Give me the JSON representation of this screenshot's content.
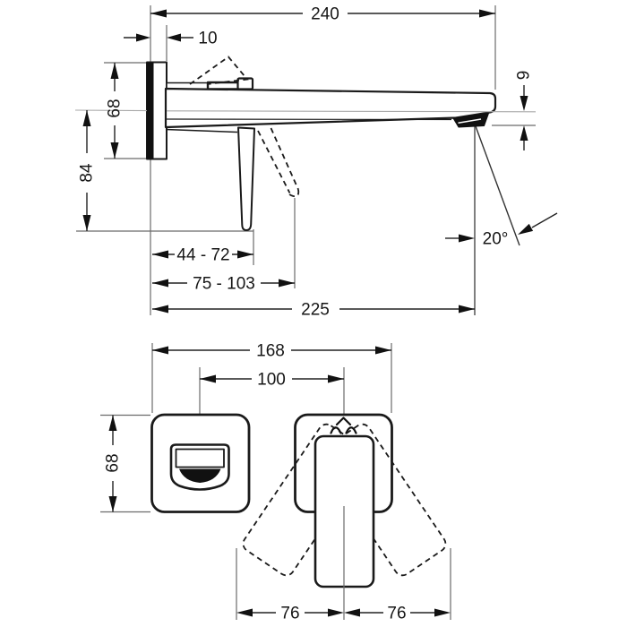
{
  "drawing": {
    "colors": {
      "ink": "#1a1a1a",
      "background": "#ffffff",
      "extension_line": "#6b6b6b",
      "reference_line": "#a9a9a9"
    },
    "side_view": {
      "spout_length": "240",
      "plate_offset": "10",
      "plate_height": "68",
      "outlet_drop": "84",
      "handle_clearance_range": "44 - 72",
      "handle_swing_range": "75 - 103",
      "outlet_reach": "225",
      "aerator_drop": "9",
      "stream_angle": "20°"
    },
    "front_view": {
      "overall_width": "168",
      "spout_to_handle_spacing": "100",
      "plate_height": "68",
      "handle_swing_left": "76",
      "handle_swing_right": "76"
    }
  }
}
